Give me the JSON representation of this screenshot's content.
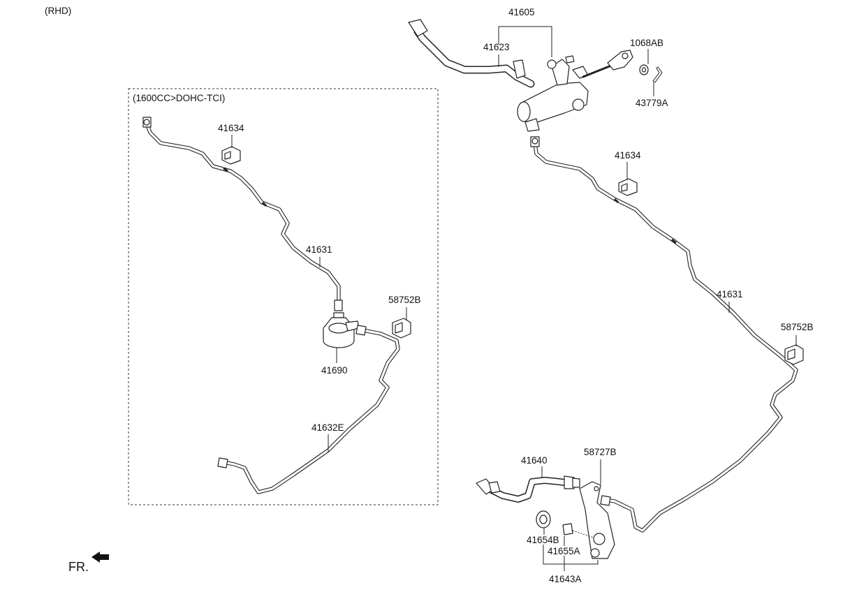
{
  "header": {
    "variant": "(RHD)"
  },
  "inset": {
    "title": "(1600CC>DOHC-TCI)"
  },
  "labels": {
    "p41605": "41605",
    "p41623": "41623",
    "p1068AB": "1068AB",
    "p43779A": "43779A",
    "p41634_main": "41634",
    "p41631_main": "41631",
    "p58752B_main": "58752B",
    "p41640": "41640",
    "p58727B": "58727B",
    "p41654B": "41654B",
    "p41655A": "41655A",
    "p41643A": "41643A",
    "p41634_inset": "41634",
    "p41631_inset": "41631",
    "p58752B_inset": "58752B",
    "p41690": "41690",
    "p41632E": "41632E"
  },
  "direction": {
    "label": "FR."
  }
}
